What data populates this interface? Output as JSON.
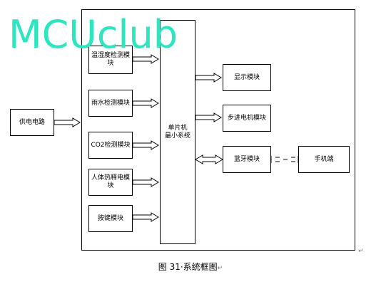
{
  "diagram": {
    "power_supply": "供电电路",
    "inputs": [
      "温湿度检测模块",
      "雨水检测模块",
      "CO2检测模块",
      "人体热释电模块",
      "按键模块"
    ],
    "mcu_line1": "单片机",
    "mcu_line2": "最小系统",
    "outputs": [
      "显示模块",
      "步进电机模块",
      "蓝牙模块"
    ],
    "phone": "手机端"
  },
  "watermark": "MCUclub",
  "caption": "图 31·系统框图",
  "caption_mark": "↵",
  "corner_mark": "↵"
}
